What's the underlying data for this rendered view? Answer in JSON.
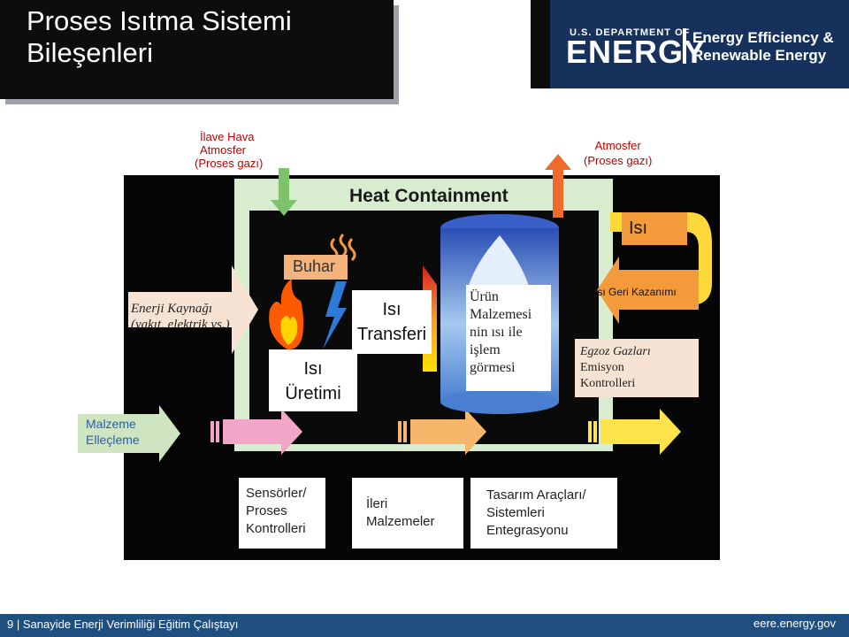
{
  "header": {
    "title_line1": "Proses Isıtma Sistemi",
    "title_line2": "Bileşenleri",
    "logo_top": "U.S. DEPARTMENT OF",
    "logo_main": "ENERGY",
    "logo_sub1": "Energy Efficiency &",
    "logo_sub2": "Renewable Energy"
  },
  "diagram": {
    "ilave_line1": "İlave Hava",
    "ilave_line2": "Atmosfer",
    "ilave_line3": "(Proses gazı)",
    "atmos_line1": "Atmosfer",
    "atmos_line2": "(Proses gazı)",
    "heat_containment": "Heat Containment",
    "isi_top": "Isı",
    "buhar": "Buhar",
    "enerji_line1": "Enerji Kaynağı",
    "enerji_line2": "(yakıt, elektrik vs.)",
    "isi_uretimi_line1": "Isı",
    "isi_uretimi_line2": "Üretimi",
    "isi_transferi_line1": "Isı",
    "isi_transferi_line2": "Transferi",
    "urun_line1": "Ürün",
    "urun_line2": "Malzemesi",
    "urun_line3": "nin ısı ile",
    "urun_line4": "işlem",
    "urun_line5": "görmesi",
    "geri_kazanim": "Isı Geri Kazanımı",
    "egzoz_line1": "Egzoz Gazları",
    "egzoz_line2": "Emisyon",
    "egzoz_line3": "Kontrolleri",
    "malzeme_line1": "Malzeme",
    "malzeme_line2": "Elleçleme",
    "sensor_line1": "Sensörler/",
    "sensor_line2": "Proses",
    "sensor_line3": "Kontrolleri",
    "ileri_line1": "İleri",
    "ileri_line2": "Malzemeler",
    "tasarim_line1": "Tasarım Araçları/",
    "tasarim_line2": "Sistemleri",
    "tasarim_line3": "Entegrasyonu"
  },
  "footer": {
    "left": "9 | Sanayide Enerji Verimliliği Eğitim Çalıştayı",
    "right": "eere.energy.gov"
  },
  "colors": {
    "header_black": "#0d0d0d",
    "doe_blue": "#16325c",
    "footer_blue": "#1f4f7f",
    "label_red": "#c00000",
    "orange": "#f39b3a",
    "yellow": "#ffd83a"
  }
}
